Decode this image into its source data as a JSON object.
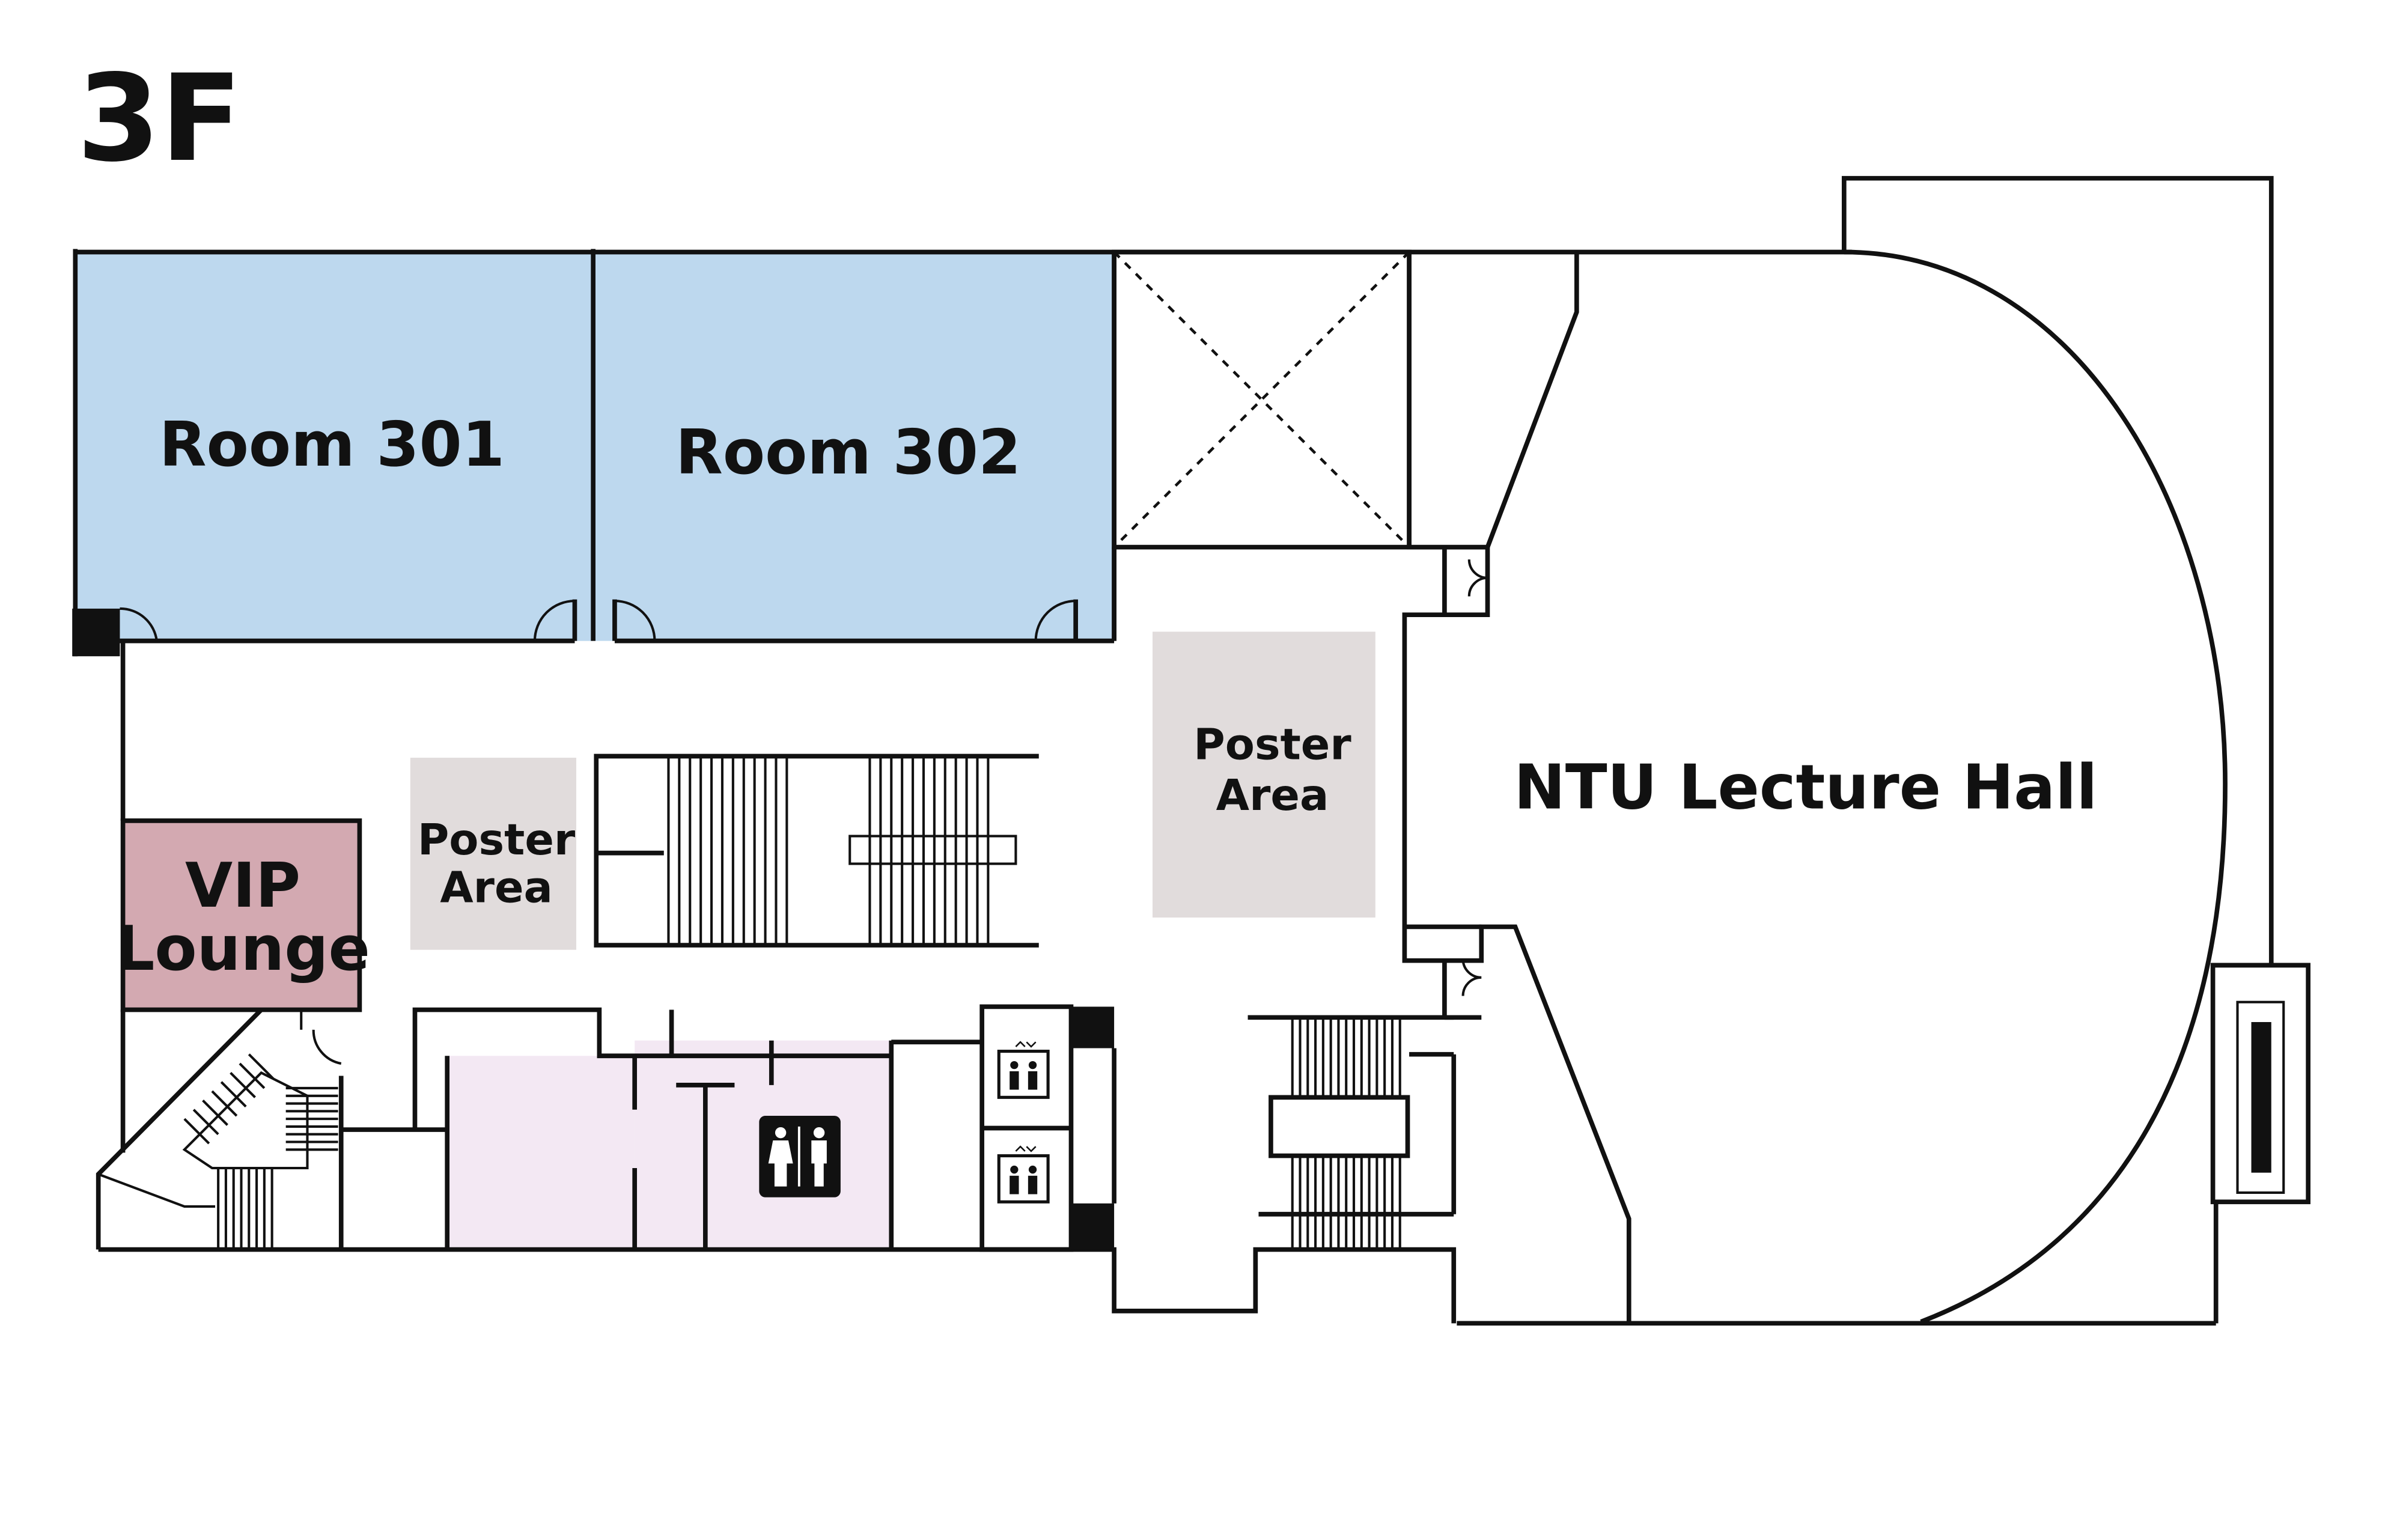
{
  "floor_label": "3F",
  "rooms": {
    "room_301": "Room 301",
    "room_302": "Room 302",
    "vip_line1": "VIP",
    "vip_line2": "Lounge",
    "lecture_hall": "NTU Lecture Hall"
  },
  "poster_areas": [
    {
      "line1": "Poster",
      "line2": "Area"
    },
    {
      "line1": "Poster",
      "line2": "Area"
    }
  ],
  "icons": [
    "restroom-icon",
    "elevator-icon",
    "elevator-icon",
    "staircase-icon",
    "escalator-icon"
  ],
  "colors": {
    "meeting_room": "#bdd8ee",
    "vip_lounge": "#d3a9b1",
    "poster_area": "#e1dcdc",
    "restroom_zone": "#f3e8f3",
    "walls": "#111111"
  }
}
